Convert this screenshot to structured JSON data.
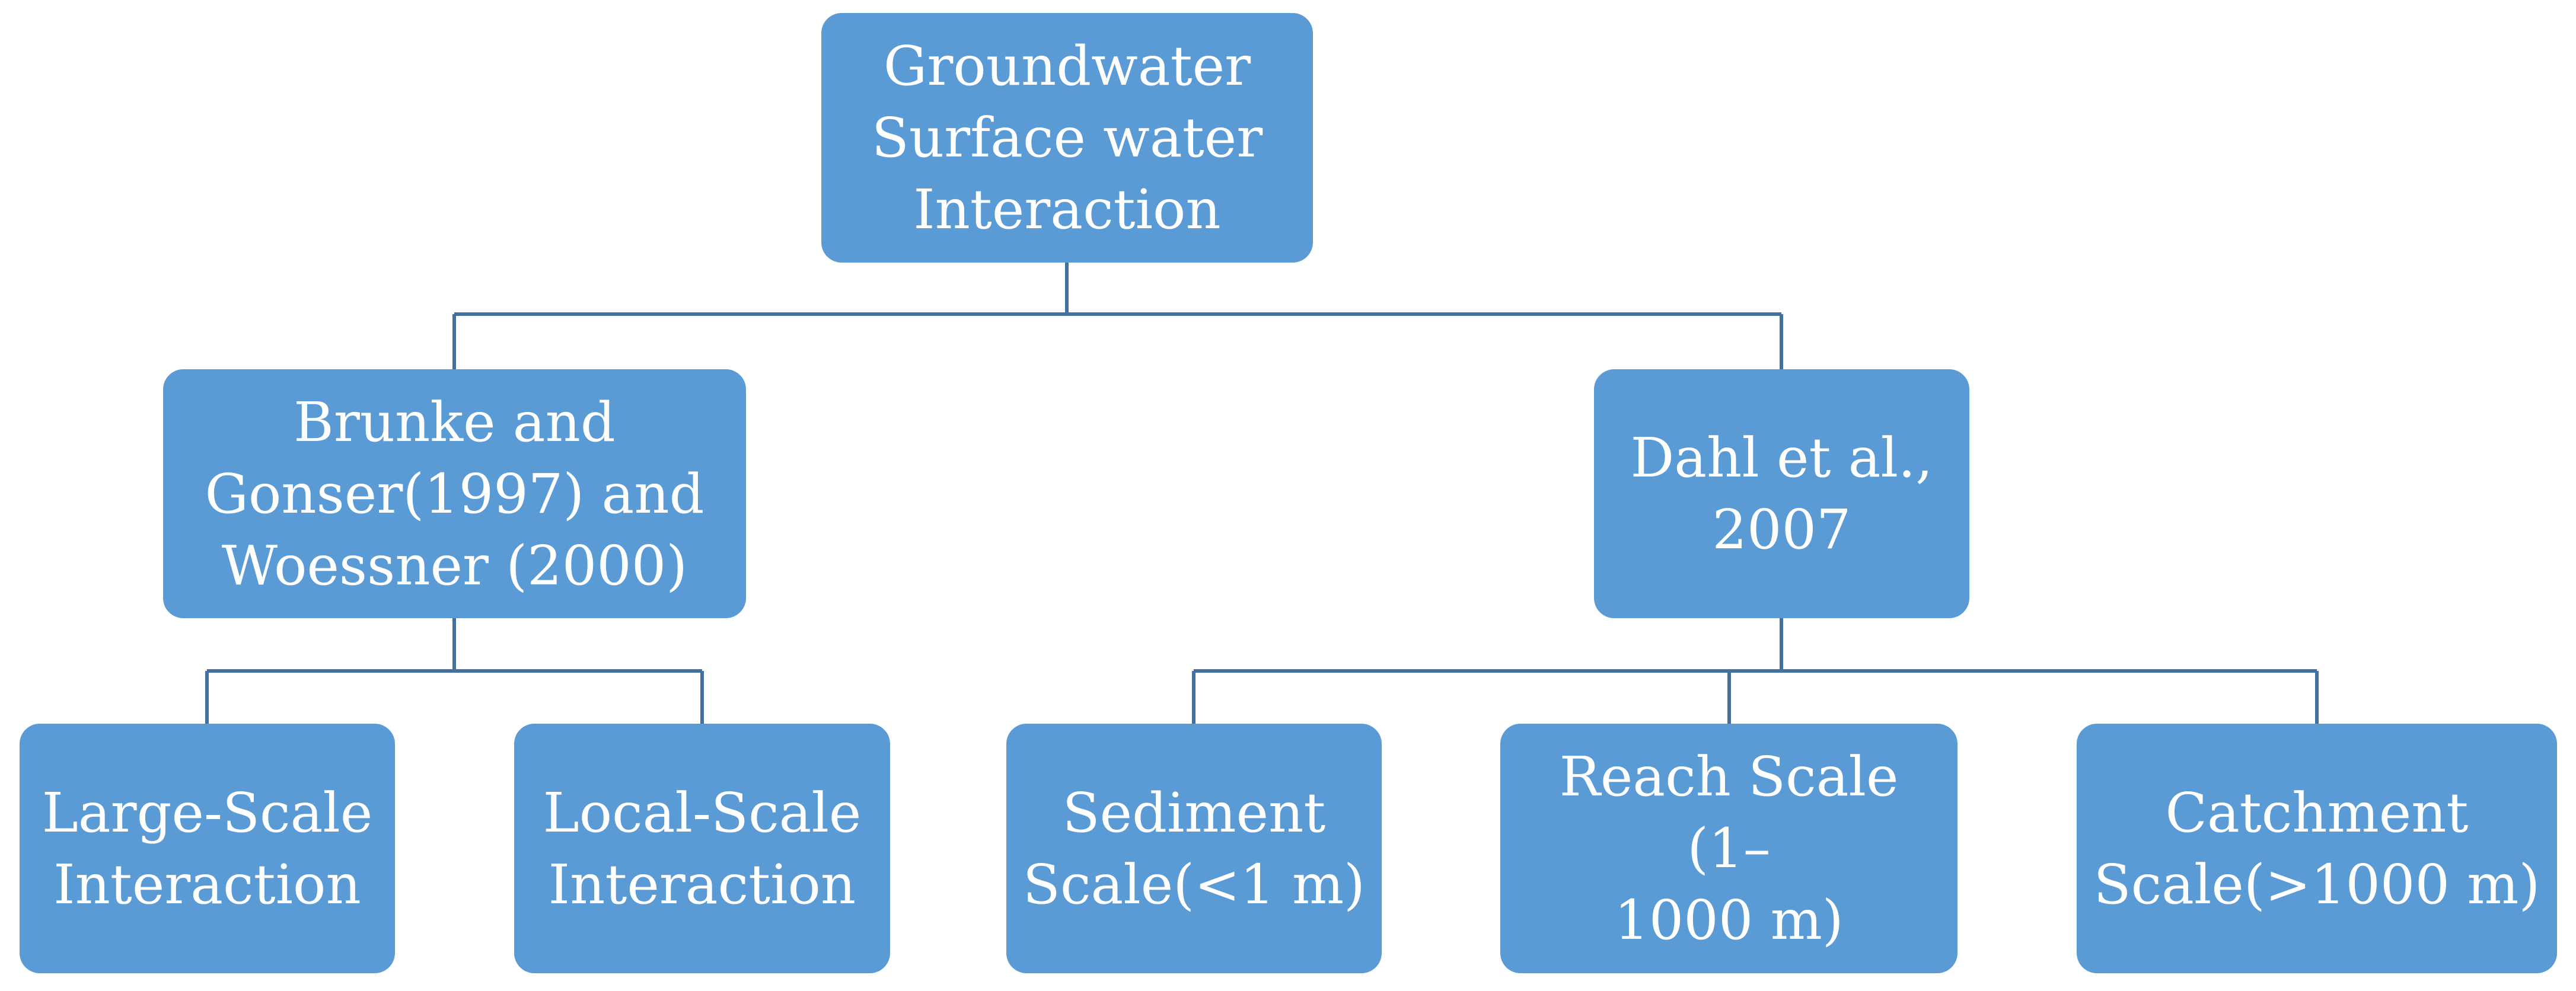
{
  "diagram": {
    "colors": {
      "node_fill": "#5b9bd5",
      "node_text": "#ffffff",
      "connector": "#41719c"
    },
    "root": {
      "label": "Groundwater\nSurface water\nInteraction"
    },
    "branches": [
      {
        "label": "Brunke and\nGonser(1997) and\nWoessner (2000)",
        "children": [
          {
            "label": "Large-Scale\nInteraction"
          },
          {
            "label": "Local-Scale\nInteraction"
          }
        ]
      },
      {
        "label": "Dahl et al.,\n2007",
        "children": [
          {
            "label": "Sediment\nScale(<1 m)"
          },
          {
            "label": "Reach Scale (1–\n1000 m)"
          },
          {
            "label": "Catchment\nScale(>1000 m)"
          }
        ]
      }
    ]
  }
}
